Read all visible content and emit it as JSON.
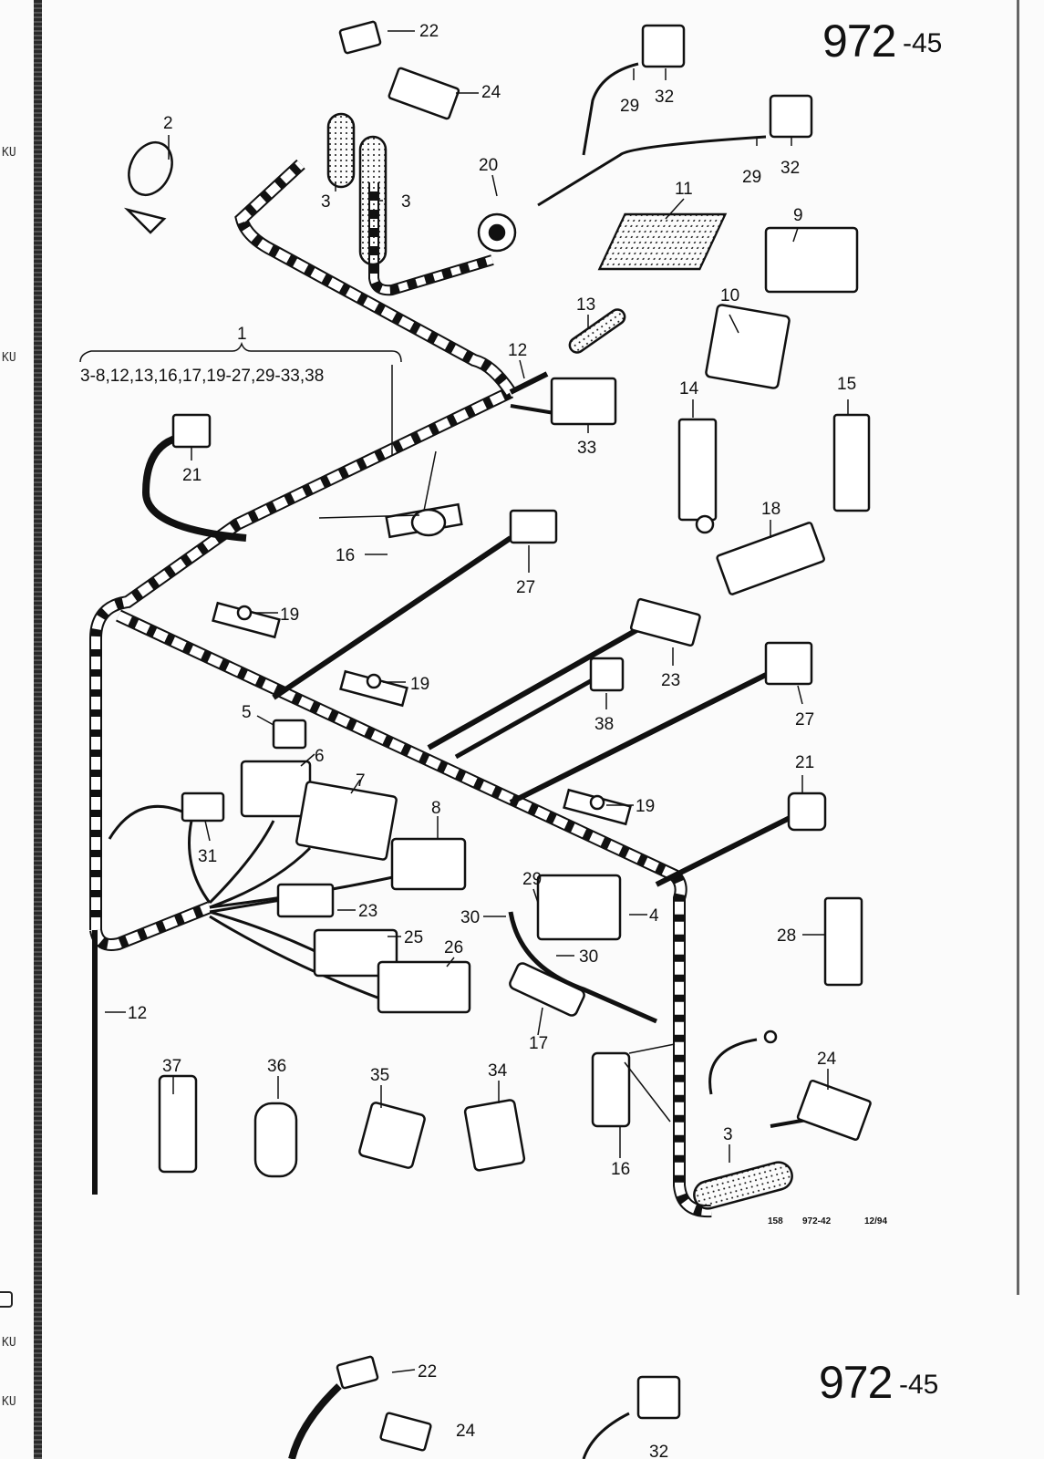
{
  "page": {
    "title_number": "972",
    "title_suffix": "-45",
    "side_marks": [
      "KU",
      "KU",
      "KU",
      "KU"
    ],
    "footer": {
      "ref": "158",
      "drawing": "972-42",
      "date": "12/94"
    },
    "group_range": "3-8,12,13,16,17,19-27,29-33,38"
  },
  "callouts": [
    "22",
    "24",
    "2",
    "3",
    "3",
    "20",
    "29",
    "32",
    "29",
    "32",
    "11",
    "9",
    "10",
    "13",
    "12",
    "1",
    "33",
    "14",
    "15",
    "21",
    "16",
    "27",
    "18",
    "19",
    "19",
    "23",
    "38",
    "27",
    "21",
    "5",
    "6",
    "7",
    "8",
    "31",
    "23",
    "29",
    "30",
    "4",
    "30",
    "25",
    "26",
    "17",
    "19",
    "28",
    "12",
    "37",
    "36",
    "35",
    "34",
    "16",
    "24",
    "3"
  ],
  "bottom_repeat": {
    "callouts": [
      "22",
      "24",
      "32"
    ]
  }
}
